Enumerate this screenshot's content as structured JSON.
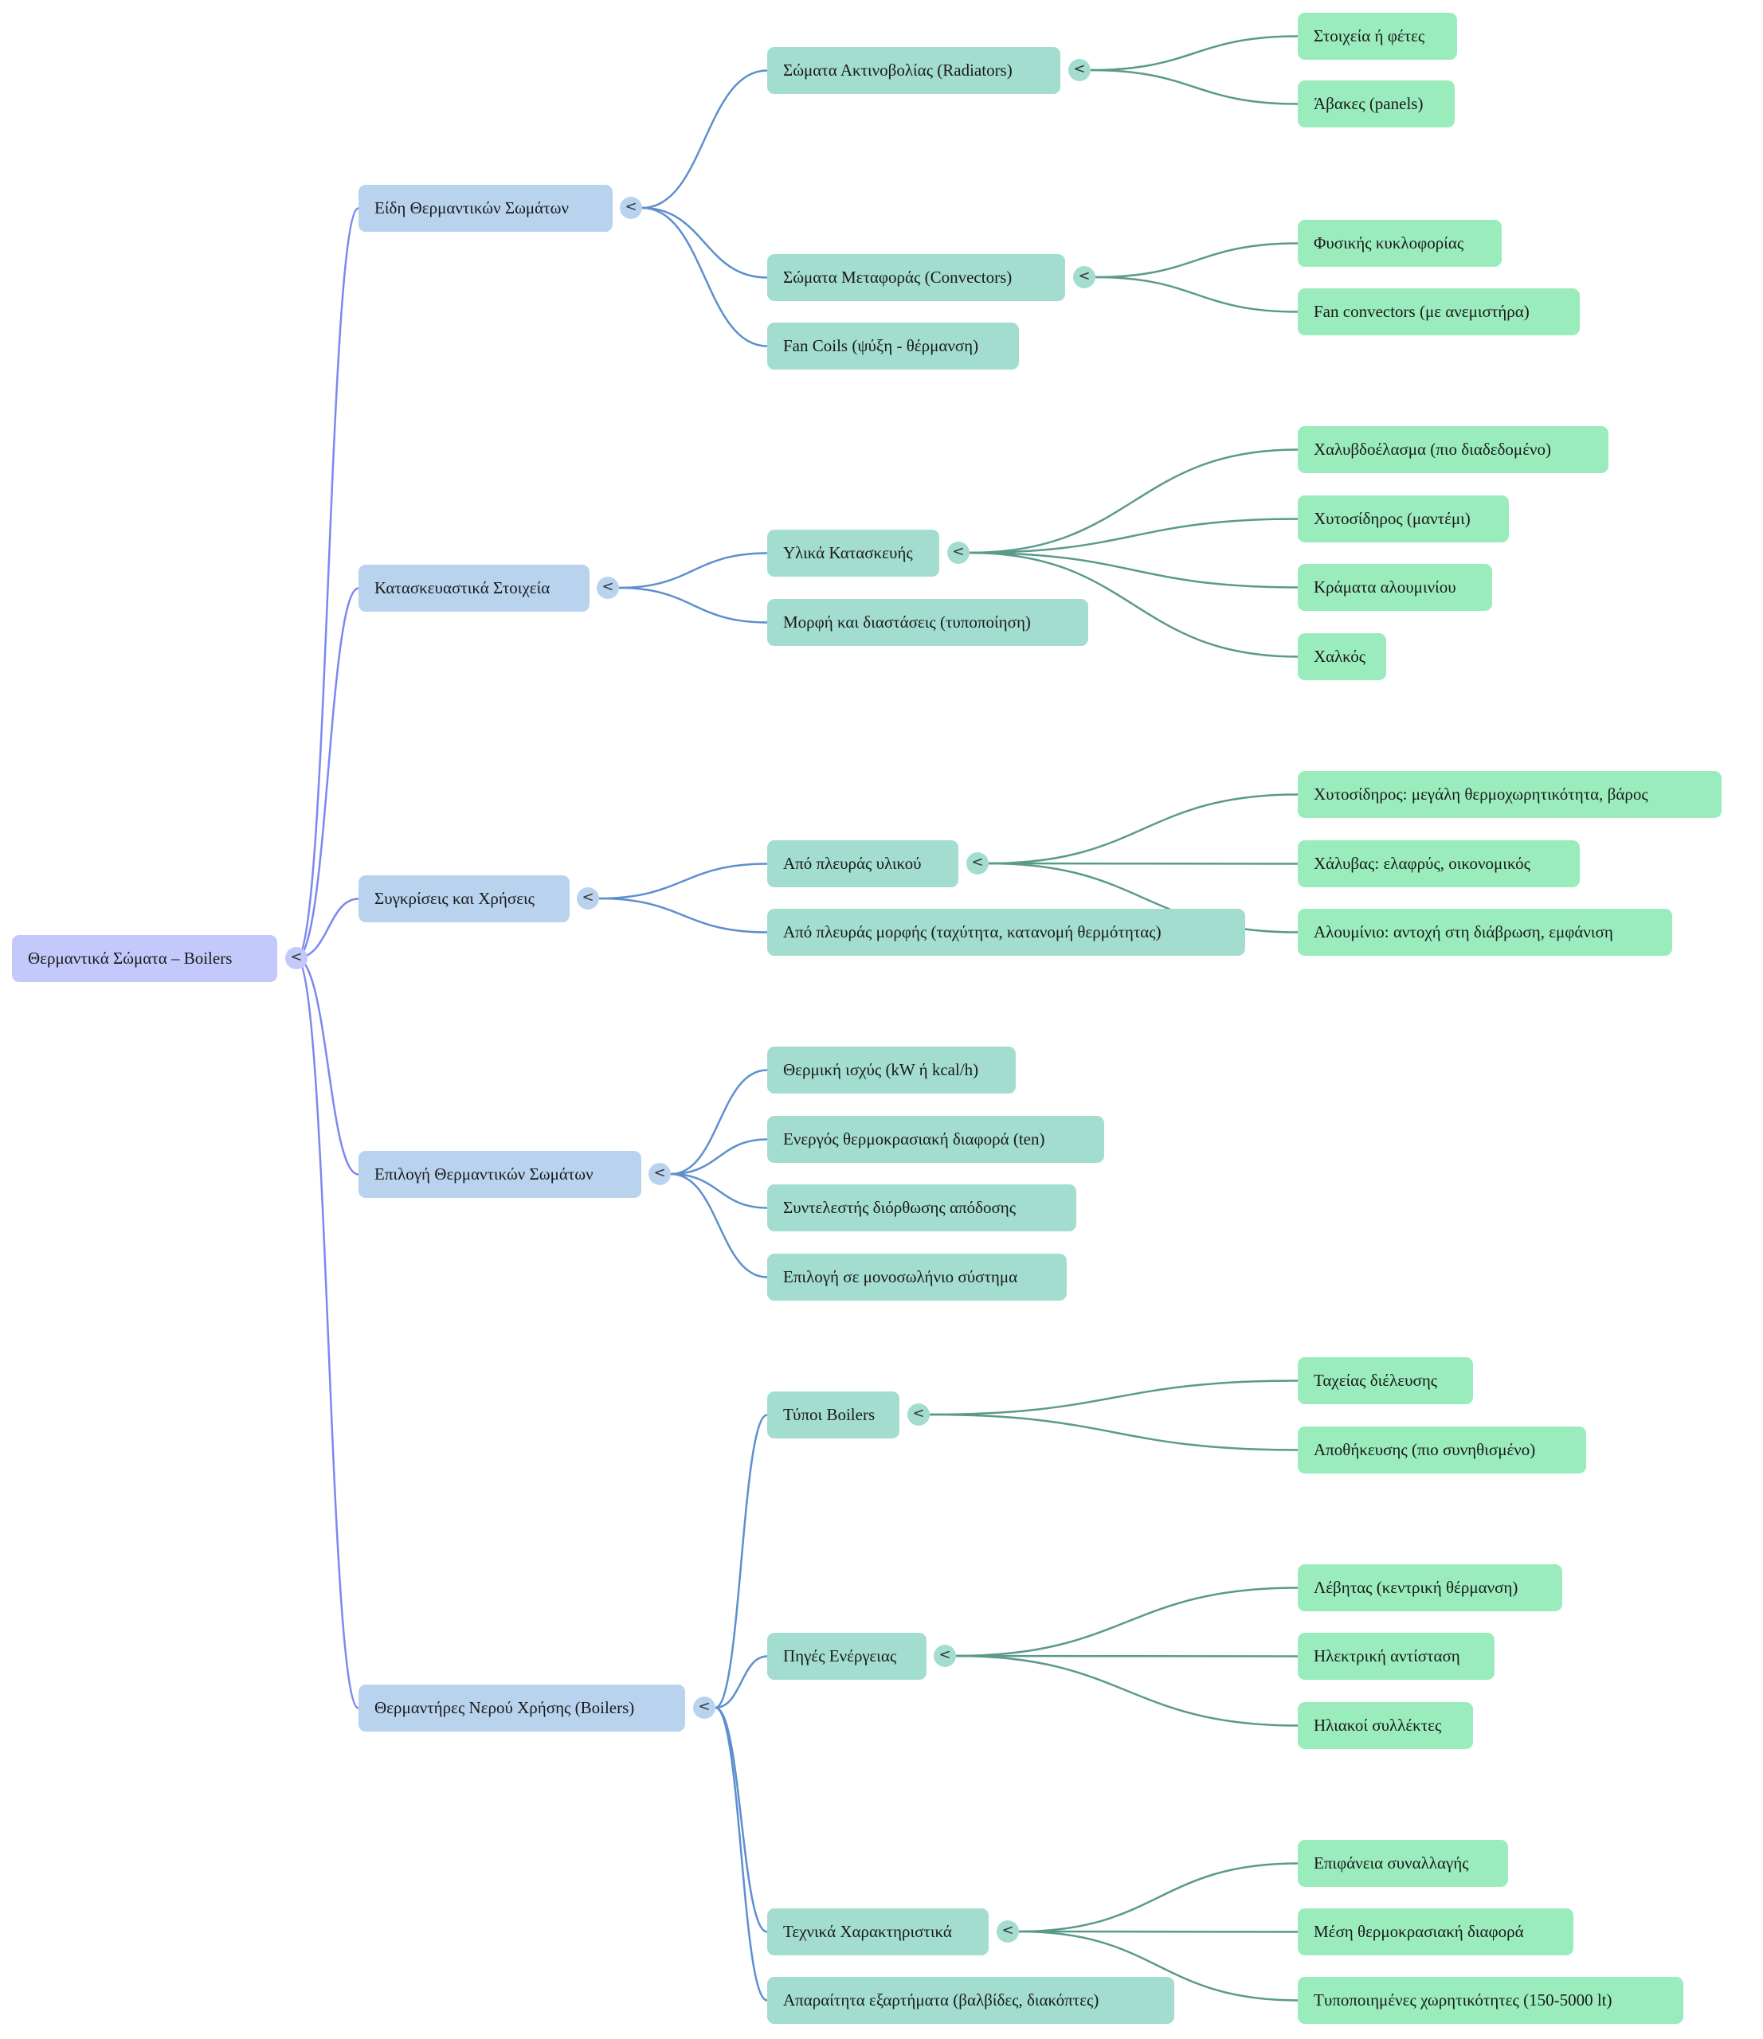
{
  "colors": {
    "root_fill": "#c3c9fb",
    "level1_fill": "#b9d3ef",
    "level2_fill": "#a3ddd0",
    "level3_fill": "#9aecbc",
    "root_link": "#7b88f0",
    "level1_link": "#5d8fcf",
    "level2_link": "#5a9a8a"
  },
  "toggle_glyph": "<",
  "mindmap": {
    "label": "Θερμαντικά Σώματα – Boilers",
    "children": [
      {
        "label": "Είδη Θερμαντικών Σωμάτων",
        "children": [
          {
            "label": "Σώματα Ακτινοβολίας (Radiators)",
            "children": [
              {
                "label": "Στοιχεία ή φέτες"
              },
              {
                "label": "Άβακες (panels)"
              }
            ]
          },
          {
            "label": "Σώματα Μεταφοράς (Convectors)",
            "children": [
              {
                "label": "Φυσικής κυκλοφορίας"
              },
              {
                "label": "Fan convectors (με ανεμιστήρα)"
              }
            ]
          },
          {
            "label": "Fan Coils (ψύξη - θέρμανση)"
          }
        ]
      },
      {
        "label": "Κατασκευαστικά Στοιχεία",
        "children": [
          {
            "label": "Υλικά Κατασκευής",
            "children": [
              {
                "label": "Χαλυβδοέλασμα (πιο διαδεδομένο)"
              },
              {
                "label": "Χυτοσίδηρος (μαντέμι)"
              },
              {
                "label": "Κράματα αλουμινίου"
              },
              {
                "label": "Χαλκός"
              }
            ]
          },
          {
            "label": "Μορφή και διαστάσεις (τυποποίηση)"
          }
        ]
      },
      {
        "label": "Συγκρίσεις και Χρήσεις",
        "children": [
          {
            "label": "Από πλευράς υλικού",
            "children": [
              {
                "label": "Χυτοσίδηρος: μεγάλη θερμοχωρητικότητα, βάρος"
              },
              {
                "label": "Χάλυβας: ελαφρύς, οικονομικός"
              },
              {
                "label": "Αλουμίνιο: αντοχή στη διάβρωση, εμφάνιση"
              }
            ]
          },
          {
            "label": "Από πλευράς μορφής (ταχύτητα, κατανομή θερμότητας)"
          }
        ]
      },
      {
        "label": "Επιλογή Θερμαντικών Σωμάτων",
        "children": [
          {
            "label": "Θερμική ισχύς (kW ή kcal/h)"
          },
          {
            "label": "Ενεργός θερμοκρασιακή διαφορά (ten)"
          },
          {
            "label": "Συντελεστής διόρθωσης απόδοσης"
          },
          {
            "label": "Επιλογή σε μονοσωλήνιο σύστημα"
          }
        ]
      },
      {
        "label": "Θερμαντήρες Νερού Χρήσης (Boilers)",
        "children": [
          {
            "label": "Τύποι Boilers",
            "children": [
              {
                "label": "Ταχείας διέλευσης"
              },
              {
                "label": "Αποθήκευσης (πιο συνηθισμένο)"
              }
            ]
          },
          {
            "label": "Πηγές Ενέργειας",
            "children": [
              {
                "label": "Λέβητας (κεντρική θέρμανση)"
              },
              {
                "label": "Ηλεκτρική αντίσταση"
              },
              {
                "label": "Ηλιακοί συλλέκτες"
              }
            ]
          },
          {
            "label": "Τεχνικά Χαρακτηριστικά",
            "children": [
              {
                "label": "Επιφάνεια συναλλαγής"
              },
              {
                "label": "Μέση θερμοκρασιακή διαφορά"
              },
              {
                "label": "Τυποποιημένες χωρητικότητες (150-5000 lt)"
              }
            ]
          },
          {
            "label": "Απαραίτητα εξαρτήματα (βαλβίδες, διακόπτες)"
          }
        ]
      }
    ]
  }
}
